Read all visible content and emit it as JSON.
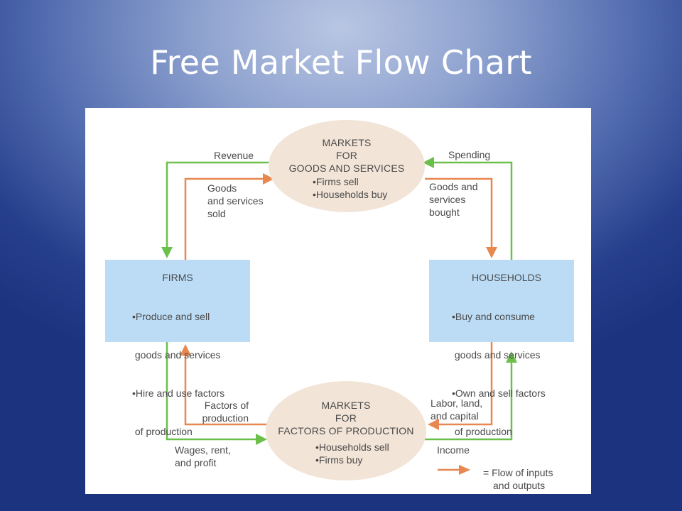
{
  "slide": {
    "title": "Free Market Flow Chart"
  },
  "diagram": {
    "goods_market": {
      "title_lines": [
        "MARKETS",
        "FOR",
        "GOODS AND SERVICES"
      ],
      "bullets": [
        "•Firms sell",
        "•Households buy"
      ]
    },
    "factor_market": {
      "title_lines": [
        "MARKETS",
        "FOR",
        "FACTORS OF PRODUCTION"
      ],
      "bullets": [
        "•Households sell",
        "•Firms buy"
      ]
    },
    "firms": {
      "title": "FIRMS",
      "lines": [
        "•Produce and sell",
        " goods and services",
        "•Hire and use factors",
        " of production"
      ]
    },
    "households": {
      "title": "HOUSEHOLDS",
      "lines": [
        "•Buy and consume",
        " goods and services",
        "•Own and sell factors",
        " of production"
      ]
    },
    "flows": {
      "revenue": "Revenue",
      "spending": "Spending",
      "goods_sold": [
        "Goods",
        "and services",
        "sold"
      ],
      "goods_bought": [
        "Goods and",
        "services",
        "bought"
      ],
      "factors_of_production": [
        "Factors of",
        "production"
      ],
      "labor_land_capital": [
        "Labor, land,",
        "and capital"
      ],
      "wages": [
        "Wages, rent,",
        "and profit"
      ],
      "income": "Income"
    },
    "legend": {
      "lines": [
        "= Flow of inputs",
        "and outputs"
      ]
    },
    "colors": {
      "money_flow": "#6cbf4a",
      "goods_flow": "#e8874f",
      "ellipse": "#f2e4d7",
      "box": "#bcdcf6"
    }
  }
}
